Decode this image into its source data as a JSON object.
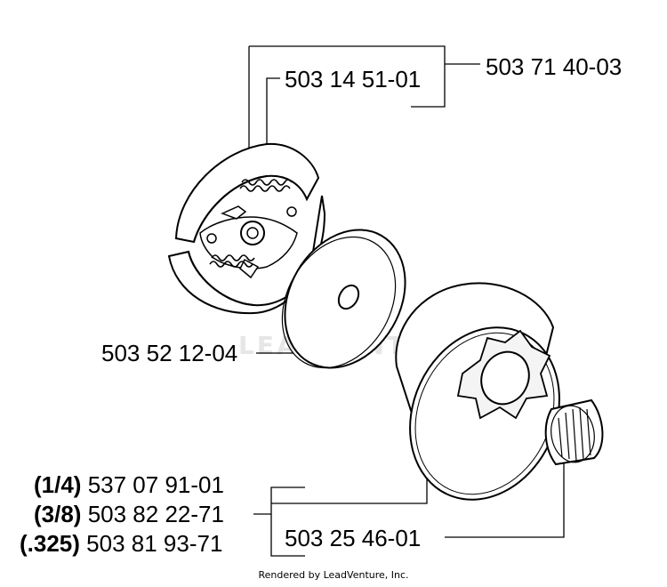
{
  "parts": {
    "clutch_assembly": "503 71 40-03",
    "clutch_spring": "503 14 51-01",
    "washer": "503 52 12-04",
    "clutch_drum": "503 25 46-01"
  },
  "sprocket_options": [
    {
      "pitch": "(1/4)",
      "part": "537 07 91-01"
    },
    {
      "pitch": "(3/8)",
      "part": "503 82 22-71"
    },
    {
      "pitch": "(.325)",
      "part": "503 81 93-71"
    }
  ],
  "watermark": "LEADVENTURE",
  "footer": "Rendered by LeadVenture, Inc."
}
